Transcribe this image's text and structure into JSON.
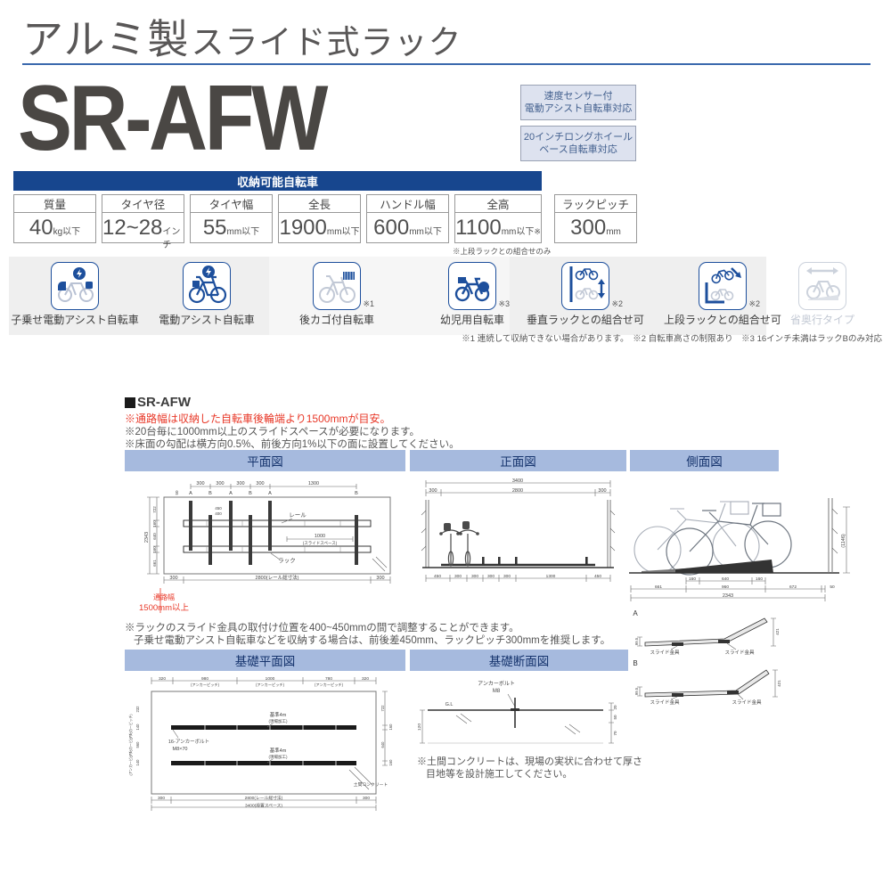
{
  "theme": {
    "navy": "#17468e",
    "panel_blue": "#a6bade",
    "red": "#e83828",
    "icon_navy": "#1d4f9c"
  },
  "page": {
    "title_main": "アルミ製",
    "title_sub": "スライド式ラック",
    "model": "SR-AFW",
    "badges": [
      {
        "line1": "速度センサー付",
        "line2": "電動アシスト自転車対応"
      },
      {
        "line1": "20インチロングホイール",
        "line2": "ベース自転車対応"
      }
    ]
  },
  "spec_table": {
    "header": "収納可能自転車",
    "columns": [
      {
        "label": "質量",
        "value": "40",
        "unit": "kg以下"
      },
      {
        "label": "タイヤ径",
        "value": "12~28",
        "unit": "インチ"
      },
      {
        "label": "タイヤ幅",
        "value": "55",
        "unit": "mm以下"
      },
      {
        "label": "全長",
        "value": "1900",
        "unit": "mm以下"
      },
      {
        "label": "ハンドル幅",
        "value": "600",
        "unit": "mm以下"
      },
      {
        "label": "全高",
        "value": "1100",
        "unit": "mm以下",
        "sup": "※",
        "note": "※上段ラックとの組合せのみ"
      },
      {
        "label": "ラックピッチ",
        "value": "300",
        "unit": "mm"
      }
    ]
  },
  "compatibility": {
    "items": [
      {
        "label": "子乗せ電動アシスト自転車",
        "mark": ""
      },
      {
        "label": "電動アシスト自転車",
        "mark": ""
      },
      {
        "label": "後カゴ付自転車",
        "mark": "※1"
      },
      {
        "label": "幼児用自転車",
        "mark": "※3"
      },
      {
        "label": "垂直ラックとの組合せ可",
        "mark": "※2"
      },
      {
        "label": "上段ラックとの組合せ可",
        "mark": "※2"
      },
      {
        "label": "省奥行タイプ",
        "mark": ""
      }
    ],
    "footnotes": "※1 連続して収納できない場合があります。　※2 自転車高さの制限あり　※3 16インチ未満はラックBのみ対応"
  },
  "section": {
    "title": "SR-AFW",
    "note_red": "※通路幅は収納した自転車後輪端より1500mmが目安。",
    "note1": "※20台毎に1000mm以上のスライドスペースが必要になります。",
    "note2": "※床面の勾配は横方向0.5%、前後方向1%以下の面に設置してください。",
    "note_adjust1": "※ラックのスライド金具の取付け位置を400~450mmの間で調整することができます。",
    "note_adjust2": "子乗せ電動アシスト自転車などを収納する場合は、前後差450mm、ラックピッチ300mmを推奨します。"
  },
  "plan": {
    "title": "平面図",
    "top_dims": [
      "300",
      "300",
      "300",
      "300",
      "1300"
    ],
    "ab": [
      "A",
      "B",
      "A",
      "B",
      "A",
      "B"
    ],
    "corner_dim": "50",
    "inner_dim1": "450",
    "inner_dim2": "400",
    "left_total": "2343",
    "left_dims": [
      "722",
      "160",
      "640",
      "160",
      "661"
    ],
    "rail_label": "レール",
    "slide_dim": "1000",
    "slide_label": "(スライドスペース)",
    "rack_label": "ラック",
    "bottom_dims": [
      "300",
      "2800(レール総寸法)",
      "300"
    ],
    "aisle_label": "通路幅",
    "aisle_value": "1500mm以上"
  },
  "front": {
    "title": "正面図",
    "top_total": "3400",
    "top_dims": [
      "300",
      "2800",
      "300"
    ],
    "bottom_dims": [
      "450",
      "300",
      "300",
      "300",
      "300",
      "1300",
      "450"
    ]
  },
  "side": {
    "title": "側面図",
    "height_dim": "(1146)",
    "dims_row1": [
      "160",
      "640",
      "160"
    ],
    "dims_row2": [
      "661",
      "960",
      "672",
      "50"
    ],
    "total": "2343"
  },
  "details": {
    "a": "A",
    "b": "B",
    "height": "99.5",
    "rise": "421",
    "fitting": "スライド金具"
  },
  "foundation_plan": {
    "title": "基礎平面図",
    "top_dims": [
      "320",
      "980",
      "1000",
      "780",
      "320"
    ],
    "anchor_pitch": "(アンカーピッチ)",
    "left_dims": [
      "232",
      "140",
      "560",
      "140"
    ],
    "right_dims": [
      "722",
      "160",
      "640",
      "160"
    ],
    "standard_label": "基準4m",
    "standard_sub": "(現場加工)",
    "anchor_label": "16-アンカーボルト",
    "anchor_spec": "M8×70",
    "concrete_label": "土間コンクリート",
    "bottom_dims": [
      "300",
      "2800(レール総寸法)",
      "300"
    ],
    "bottom_total": "3400(設置スペース)"
  },
  "foundation_section": {
    "title": "基礎断面図",
    "bolt_label": "アンカーボルト",
    "bolt_spec": "M8",
    "gl_label": "G.L",
    "depth": "120",
    "right_dims": [
      "20",
      "50",
      "70"
    ],
    "note1": "※土間コンクリートは、現場の実状に合わせて厚さ",
    "note2": "目地等を設計施工してください。"
  }
}
